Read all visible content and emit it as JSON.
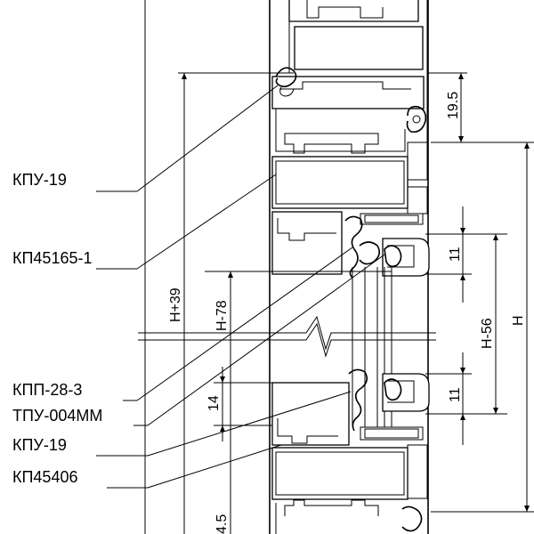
{
  "callouts": {
    "kpu19_top": "КПУ-19",
    "kp45165": "КП45165-1",
    "kpp28": "КПП-28-3",
    "tpu004": "ТПУ-004ММ",
    "kpu19_bottom": "КПУ-19",
    "kp45406": "КП45406"
  },
  "dimensions": {
    "d_19_5": "19.5",
    "d_h_plus_39": "H+39",
    "d_h_minus_78": "H-78",
    "d_11_top": "11",
    "d_h_minus_56": "H-56",
    "d_h": "H",
    "d_11_bottom": "11",
    "d_14": "14",
    "d_4_5_partial": "4.5"
  }
}
